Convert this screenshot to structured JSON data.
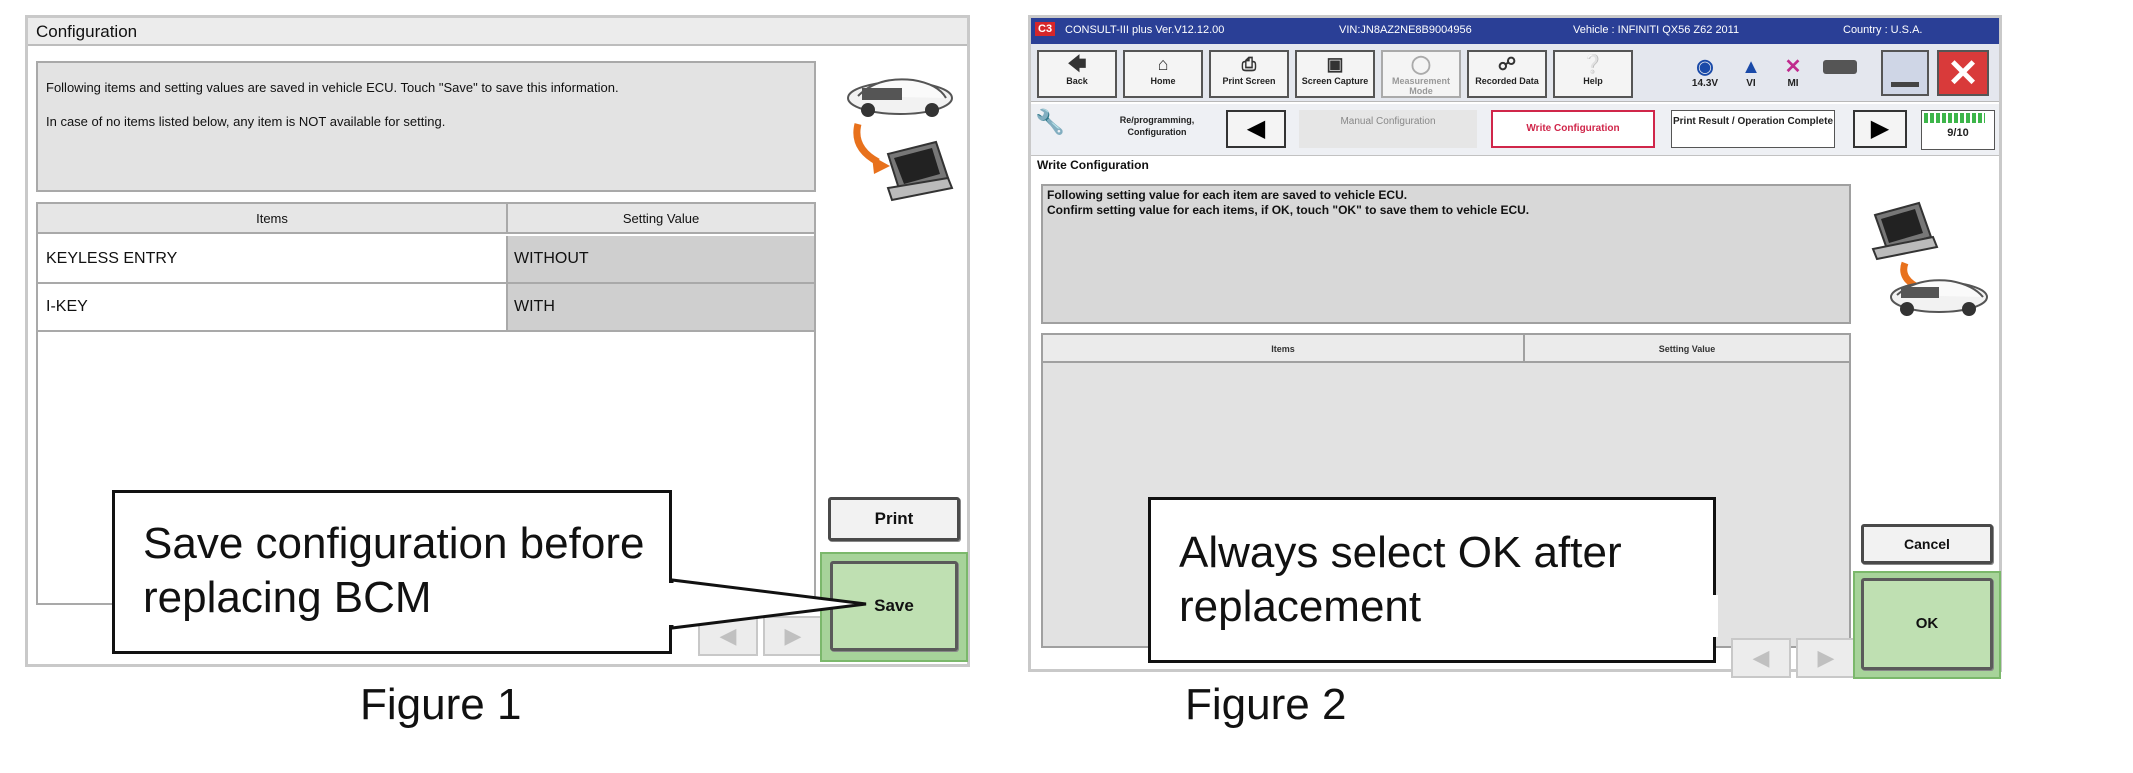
{
  "figure1": {
    "window_title": "Configuration",
    "message_line1": "Following items and setting values are saved in vehicle ECU. Touch \"Save\" to save this information.",
    "message_line2": "In case of no items listed below, any item is NOT available for setting.",
    "table_headers": [
      "Items",
      "Setting Value"
    ],
    "rows": [
      {
        "item": "KEYLESS ENTRY",
        "value": "WITHOUT"
      },
      {
        "item": "I-KEY",
        "value": "WITH"
      }
    ],
    "print_label": "Print",
    "save_label": "Save",
    "callout_line1": "Save configuration before",
    "callout_line2": "replacing BCM",
    "caption": "Figure 1"
  },
  "figure2": {
    "app_badge": "C3",
    "app_title": "CONSULT-III plus  Ver.V12.12.00",
    "vin": "VIN:JN8AZ2NE8B9004956",
    "vehicle": "Vehicle : INFINITI QX56 Z62 2011",
    "country": "Country : U.S.A.",
    "toolbar": [
      {
        "label": "Back",
        "icon": "back-arrow-icon"
      },
      {
        "label": "Home",
        "icon": "home-icon"
      },
      {
        "label": "Print Screen",
        "icon": "printer-icon"
      },
      {
        "label": "Screen Capture",
        "icon": "camera-icon"
      },
      {
        "label": "Measurement Mode",
        "icon": "measurement-icon"
      },
      {
        "label": "Recorded Data",
        "icon": "recorded-data-icon"
      },
      {
        "label": "Help",
        "icon": "help-icon"
      }
    ],
    "status": {
      "voltage": "14.3V",
      "vi": "VI",
      "mi": "MI"
    },
    "steps": {
      "section": "Re/programming, Configuration",
      "prev_step": "Manual Configuration",
      "current_step": "Write Configuration",
      "next_step": "Print Result / Operation Complete",
      "progress": "9/10",
      "progress_value": 0.9
    },
    "section_title": "Write Configuration",
    "message_line1": "Following setting value for each item are saved to vehicle ECU.",
    "message_line2": "Confirm setting value for each items, if OK, touch \"OK\" to save them to vehicle ECU.",
    "table_headers": [
      "Items",
      "Setting Value"
    ],
    "cancel_label": "Cancel",
    "ok_label": "OK",
    "callout_line1": "Always select OK after",
    "callout_line2": "replacement",
    "caption": "Figure 2"
  },
  "colors": {
    "titlebar_blue": "#2a3f96",
    "highlight_green": "#a7d39a",
    "current_step_red": "#d0264a"
  }
}
